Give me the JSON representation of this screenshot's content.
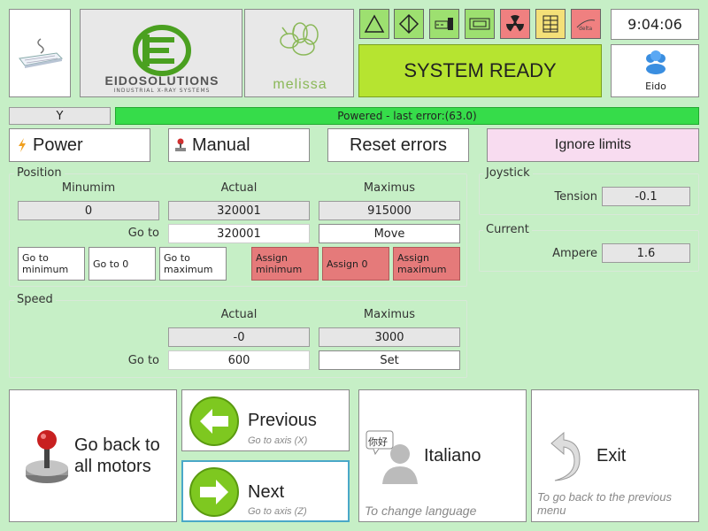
{
  "header": {
    "time": "9:04:06",
    "status": "SYSTEM READY",
    "user": "Eido",
    "logo_eido_main": "EIDOSOLUTIONS",
    "logo_eido_sub": "INDUSTRIAL X-RAY SYSTEMS",
    "logo_melissa": "melissa",
    "tool_colors": [
      "#9de070",
      "#9de070",
      "#9de070",
      "#9de070",
      "#f08080",
      "#f4e078",
      "#f08080"
    ]
  },
  "status_bar": {
    "axis": "Y",
    "power_status": "Powered - last error:(63.0)"
  },
  "controls": {
    "power": "Power",
    "manual": "Manual",
    "reset": "Reset errors",
    "ignore": "Ignore limits"
  },
  "position": {
    "title": "Position",
    "min_header": "Minumim",
    "actual_header": "Actual",
    "max_header": "Maximus",
    "min_value": "0",
    "actual_value": "320001",
    "max_value": "915000",
    "goto_label": "Go to",
    "goto_value": "320001",
    "move": "Move",
    "goto_min": "Go to minimum",
    "goto_zero": "Go to 0",
    "goto_max": "Go to maximum",
    "assign_min": "Assign minimum",
    "assign_zero": "Assign 0",
    "assign_max": "Assign maximum"
  },
  "speed": {
    "title": "Speed",
    "actual_header": "Actual",
    "max_header": "Maximus",
    "actual_value": "-0",
    "max_value": "3000",
    "goto_label": "Go to",
    "goto_value": "600",
    "set": "Set"
  },
  "joystick": {
    "title": "Joystick",
    "tension_label": "Tension",
    "tension_value": "-0.1"
  },
  "current": {
    "title": "Current",
    "ampere_label": "Ampere",
    "ampere_value": "1.6"
  },
  "footer": {
    "back_all": "Go back to all motors",
    "previous": "Previous",
    "previous_sub": "Go to axis (X)",
    "next": "Next",
    "next_sub": "Go to axis (Z)",
    "language": "Italiano",
    "language_sub": "To change language",
    "language_glyph": "你好",
    "exit": "Exit",
    "exit_sub": "To go back to the previous menu"
  }
}
